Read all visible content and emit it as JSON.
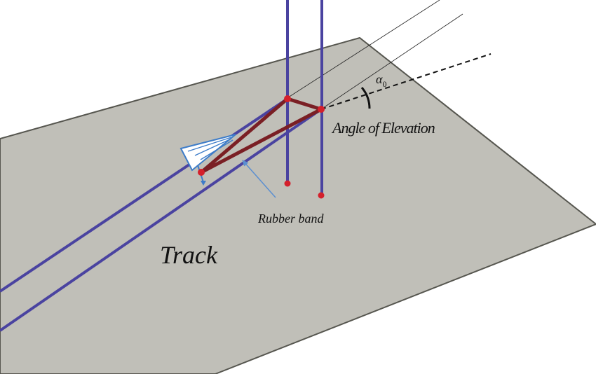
{
  "labels": {
    "angle_symbol_base": "α",
    "angle_symbol_sub": "0",
    "angle_caption": "Angle of Elevation",
    "band_caption": "Rubber band",
    "plane_caption": "Track"
  },
  "colors": {
    "plane_fill": "#c0bfb8",
    "plane_edge": "#56564f",
    "rail": "#4a43a0",
    "rubber_band": "#7a1f24",
    "joint": "#d4202b",
    "pointer_arrow": "#5b8fd0",
    "projectile_fill": "#ffffff",
    "projectile_stroke": "#3d7cc9",
    "guide_line": "#222222"
  }
}
